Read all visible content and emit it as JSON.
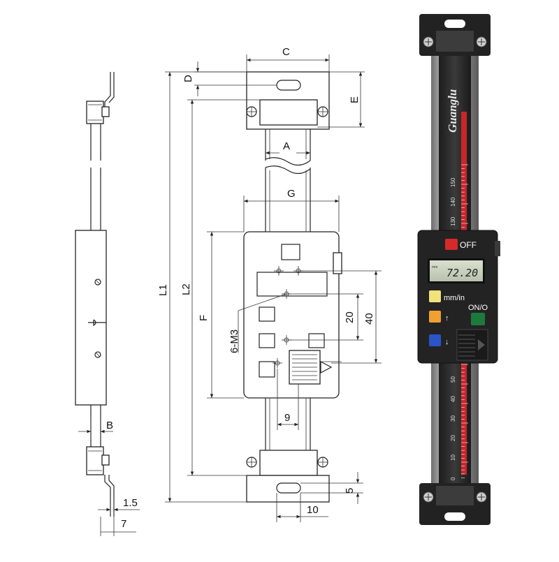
{
  "drawing": {
    "labels": {
      "C": "C",
      "D": "D",
      "E": "E",
      "A": "A",
      "G": "G",
      "F": "F",
      "L1": "L1",
      "L2": "L2",
      "B": "B",
      "thread": "6-M3",
      "d20": "20",
      "d40": "40",
      "d9": "9",
      "d5": "5",
      "d10": "10",
      "d1_5": "1.5",
      "d7": "7"
    }
  },
  "product": {
    "brand": "Guanglu",
    "off_label": "OFF",
    "lcd_unit": "mm",
    "lcd_value": "72.20",
    "mm_in_label": "mm/in",
    "on_label": "ON/O",
    "scale_upper": [
      "150",
      "140",
      "130"
    ],
    "scale_lower": [
      "50",
      "40",
      "30",
      "20",
      "10",
      "0"
    ],
    "colors": {
      "off_button": "#d42a2a",
      "mm_in_button": "#f2e27a",
      "up_button": "#f0a030",
      "down_button": "#2a55c8",
      "on_button": "#1e7a3c",
      "body": "#2b2b2b",
      "accent_stripe": "#c8262c"
    }
  }
}
